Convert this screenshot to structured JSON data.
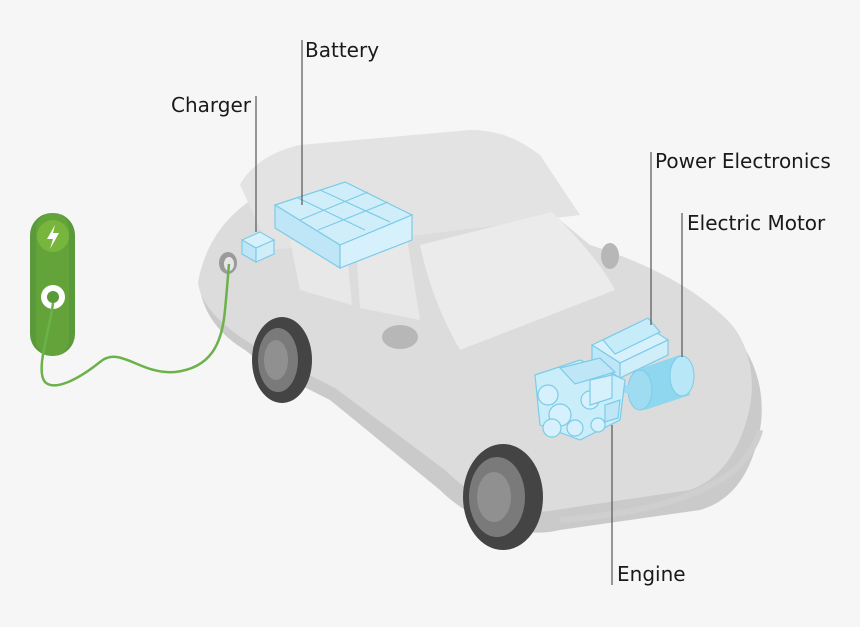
{
  "labels": {
    "battery": "Battery",
    "charger": "Charger",
    "power_electronics": "Power Electronics",
    "electric_motor": "Electric Motor",
    "engine": "Engine"
  },
  "colors": {
    "background": "#f6f6f6",
    "car_body": "#dcdcdc",
    "car_shadow": "#cacaca",
    "window": "#e9e9e9",
    "tire": "#555555",
    "component_fill": "#bfe6f6",
    "component_stroke": "#7ccbe8",
    "motor": "#9fdcf2",
    "charging_station": "#5a9a3a",
    "charging_station_light": "#77b53c",
    "cable": "#6bb24a",
    "leader_line": "#555555"
  },
  "icons": {
    "bolt": "lightning-bolt-icon",
    "plug": "plug-socket-icon"
  }
}
